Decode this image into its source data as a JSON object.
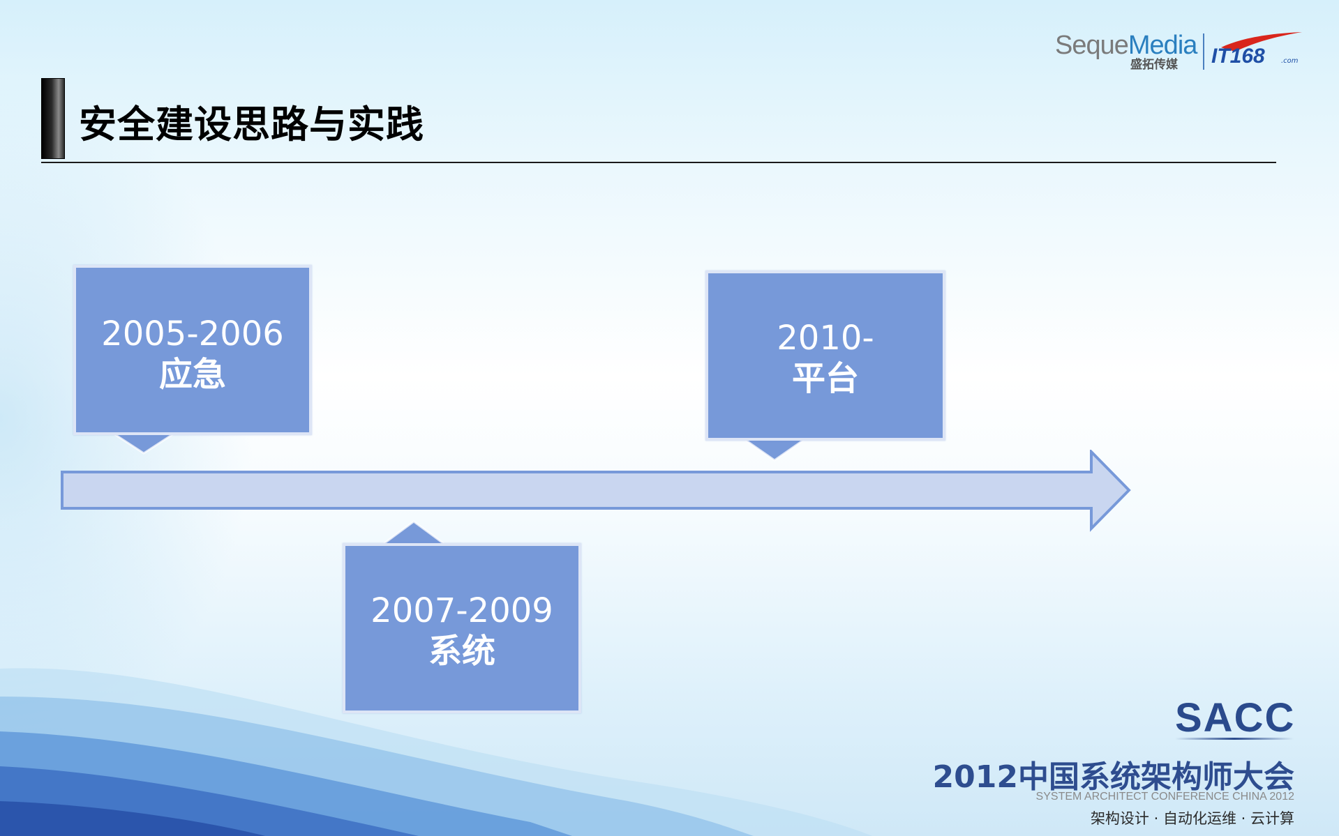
{
  "slide": {
    "title": "安全建设思路与实践"
  },
  "logos": {
    "seque_brand_a": "Seque",
    "seque_brand_b": "Media",
    "seque_sub": "盛拓传媒",
    "it168": "IT168",
    "it168_suffix": ".com"
  },
  "timeline": {
    "events": [
      {
        "year": "2005-2006",
        "label": "应急"
      },
      {
        "year": "2007-2009",
        "label": "系统"
      },
      {
        "year": "2010-",
        "label": "平台"
      }
    ]
  },
  "footer": {
    "sacc": "SACC",
    "conference_title": "2012中国系统架构师大会",
    "conference_en": "SYSTEM ARCHITECT CONFERENCE CHINA 2012",
    "tagline": "架构设计 · 自动化运维 · 云计算"
  },
  "colors": {
    "callout_fill": "#7799d9",
    "arrow_fill": "#c9d6f0",
    "arrow_stroke": "#7799d9",
    "footer_text": "#2e4d8f"
  }
}
